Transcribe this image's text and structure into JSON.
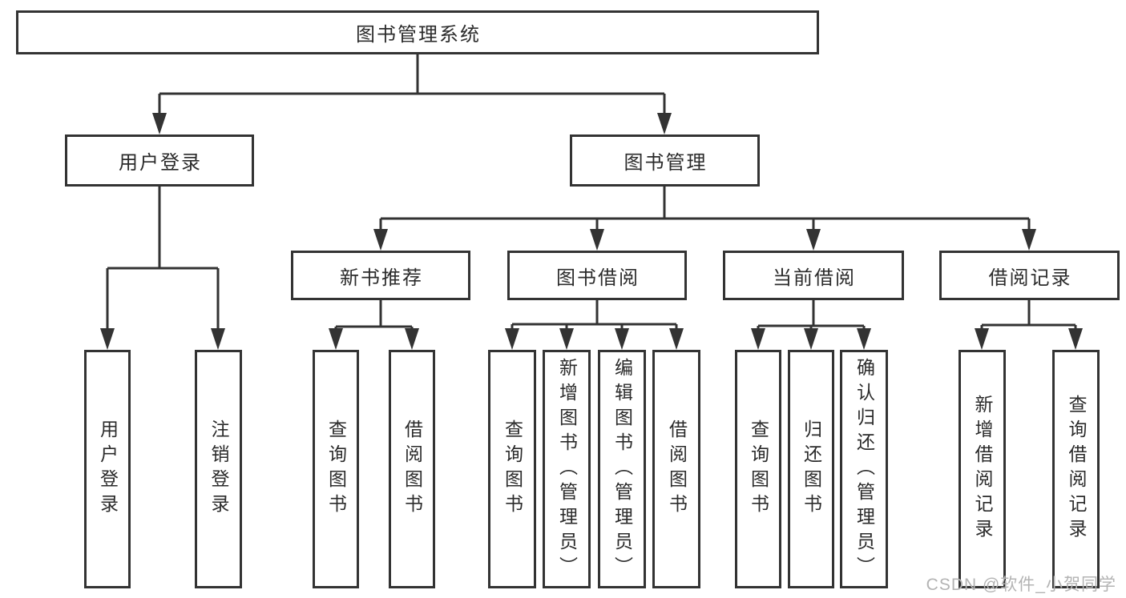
{
  "colors": {
    "line": "#333333",
    "text": "#2b2b2b",
    "background": "#ffffff",
    "watermark": "#b3b3b3"
  },
  "watermark": "CSDN @软件_小贺同学",
  "nodes": {
    "root": {
      "label": "图书管理系统"
    },
    "userLogin": {
      "label": "用户登录"
    },
    "bookManagement": {
      "label": "图书管理"
    },
    "loginLeaf": {
      "label": "用户登录"
    },
    "logoutLeaf": {
      "label": "注销登录"
    },
    "newBookRecommend": {
      "label": "新书推荐"
    },
    "bookBorrow": {
      "label": "图书借阅"
    },
    "currentBorrow": {
      "label": "当前借阅"
    },
    "borrowRecords": {
      "label": "借阅记录"
    },
    "recQueryBooks": {
      "label": "查询图书"
    },
    "recBorrowBooks": {
      "label": "借阅图书"
    },
    "borrowQueryBooks": {
      "label": "查询图书"
    },
    "addBooks": {
      "label": "新增图书（管理员）"
    },
    "editBooks": {
      "label": "编辑图书（管理员）"
    },
    "borrowBorrowBooks": {
      "label": "借阅图书"
    },
    "currentQueryBooks": {
      "label": "查询图书"
    },
    "returnBooks": {
      "label": "归还图书"
    },
    "confirmReturn": {
      "label": "确认归还（管理员）"
    },
    "addBorrowRecord": {
      "label": "新增借阅记录"
    },
    "queryBorrowRecord": {
      "label": "查询借阅记录"
    }
  },
  "hierarchy": {
    "图书管理系统": [
      "用户登录",
      "图书管理"
    ],
    "用户登录": [
      "用户登录",
      "注销登录"
    ],
    "图书管理": [
      "新书推荐",
      "图书借阅",
      "当前借阅",
      "借阅记录"
    ],
    "新书推荐": [
      "查询图书",
      "借阅图书"
    ],
    "图书借阅": [
      "查询图书",
      "新增图书（管理员）",
      "编辑图书（管理员）",
      "借阅图书"
    ],
    "当前借阅": [
      "查询图书",
      "归还图书",
      "确认归还（管理员）"
    ],
    "借阅记录": [
      "新增借阅记录",
      "查询借阅记录"
    ]
  }
}
